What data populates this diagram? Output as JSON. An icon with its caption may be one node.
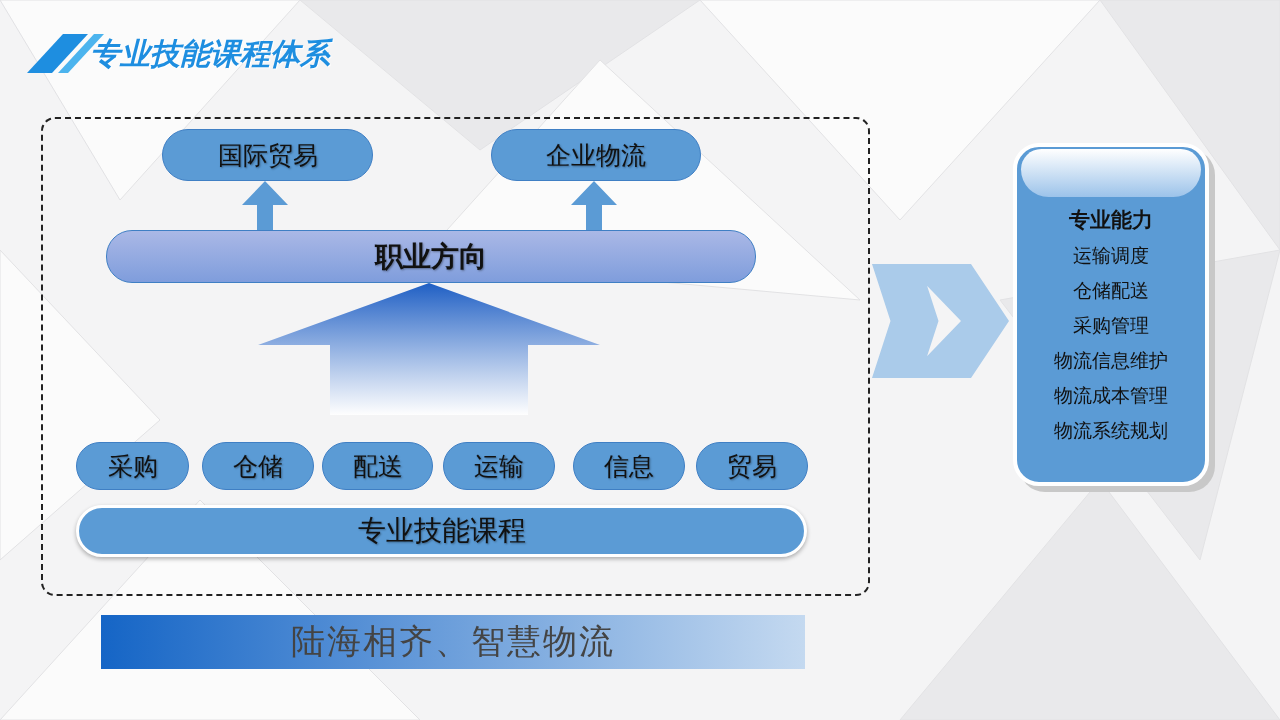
{
  "diagram": {
    "title": "专业技能课程体系",
    "nodes": [
      {
        "text": [],
        "shape": "box"
      },
      {
        "text": [
          "国际贸易"
        ],
        "in": 0
      },
      {
        "text": [
          "企业物流"
        ],
        "in": 0
      },
      {
        "text": [
          "职业方向"
        ],
        "in": 0
      },
      {
        "text": [
          "采购"
        ],
        "in": 0
      },
      {
        "text": [
          "仓储"
        ],
        "in": 0
      },
      {
        "text": [
          "配送"
        ],
        "in": 0
      },
      {
        "text": [
          "运输"
        ],
        "in": 0
      },
      {
        "text": [
          "信息"
        ],
        "in": 0
      },
      {
        "text": [
          "贸易"
        ],
        "in": 0
      },
      {
        "text": [
          "专业技能课程"
        ],
        "in": 0
      },
      {
        "text": [
          "专业能力",
          "运输调度",
          "仓储配送",
          "采购管理",
          "物流信息维护",
          "物流成本管理",
          "物流系统规划"
        ]
      },
      {
        "text": [
          "陆海相齐、智慧物流"
        ]
      }
    ],
    "edges": [
      {
        "from": 3,
        "to": 1,
        "arrow": "to",
        "style": "thick"
      },
      {
        "from": 3,
        "to": 2,
        "arrow": "to",
        "style": "thick"
      },
      {
        "from": null,
        "to": 3,
        "arrow": "to",
        "style": "thick"
      },
      {
        "from": 0,
        "to": 11,
        "arrow": "to",
        "style": "thick"
      }
    ]
  }
}
